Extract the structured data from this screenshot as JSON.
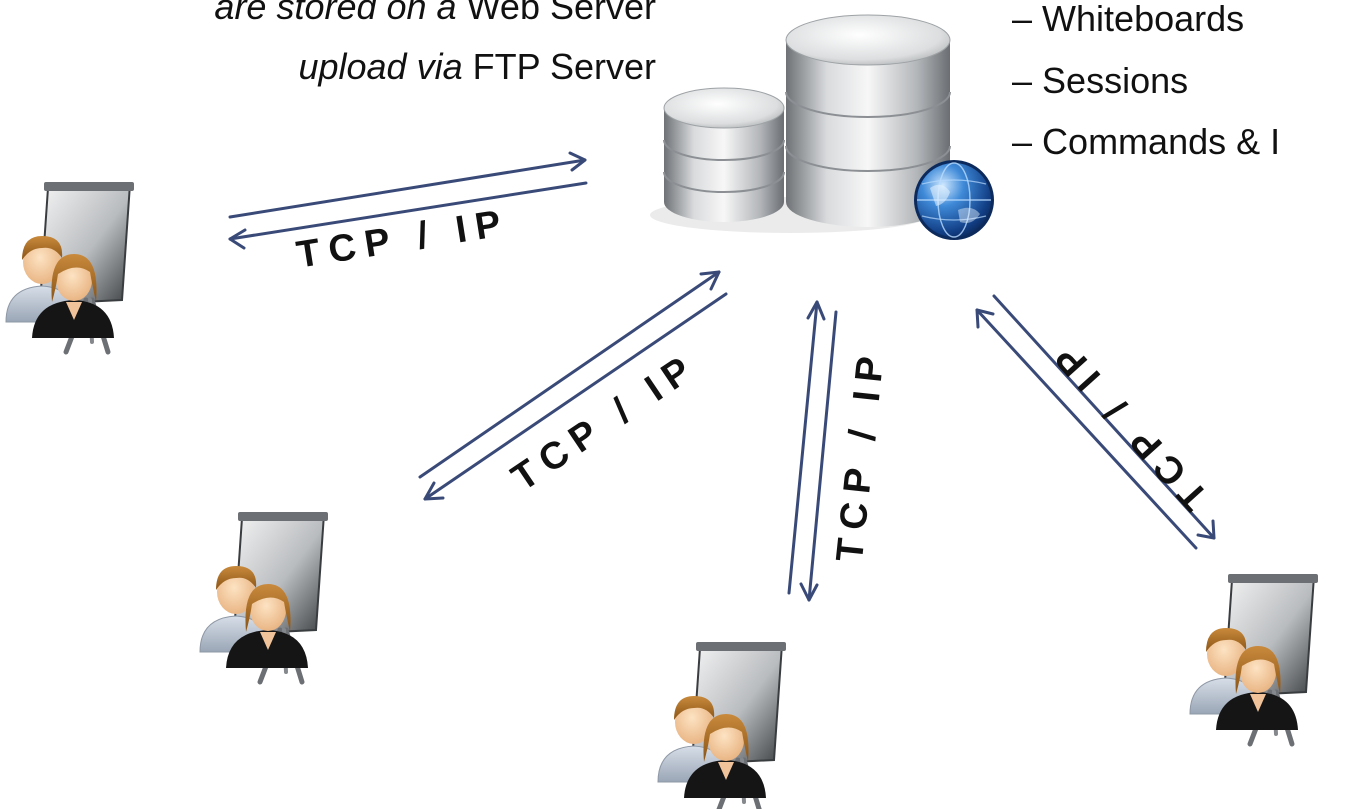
{
  "storage_text": {
    "line1_prefix": "are stored on a",
    "line1_suffix": "Web Server",
    "line2_prefix": "upload via",
    "line2_suffix": "FTP Server"
  },
  "bullets": [
    {
      "dash": "–",
      "text": "Whiteboards"
    },
    {
      "dash": "–",
      "text": "Sessions"
    },
    {
      "dash": "–",
      "text": "Commands & I"
    }
  ],
  "connections": [
    {
      "label": "TCP / IP"
    },
    {
      "label": "TCP / IP"
    },
    {
      "label": "TCP / IP"
    },
    {
      "label": "TCP / IP"
    }
  ],
  "icons": {
    "server": "database-server-icon",
    "globe": "globe-icon",
    "client": "presentation-users-icon"
  },
  "colors": {
    "arrow": "#3a4a78",
    "text": "#111111"
  }
}
